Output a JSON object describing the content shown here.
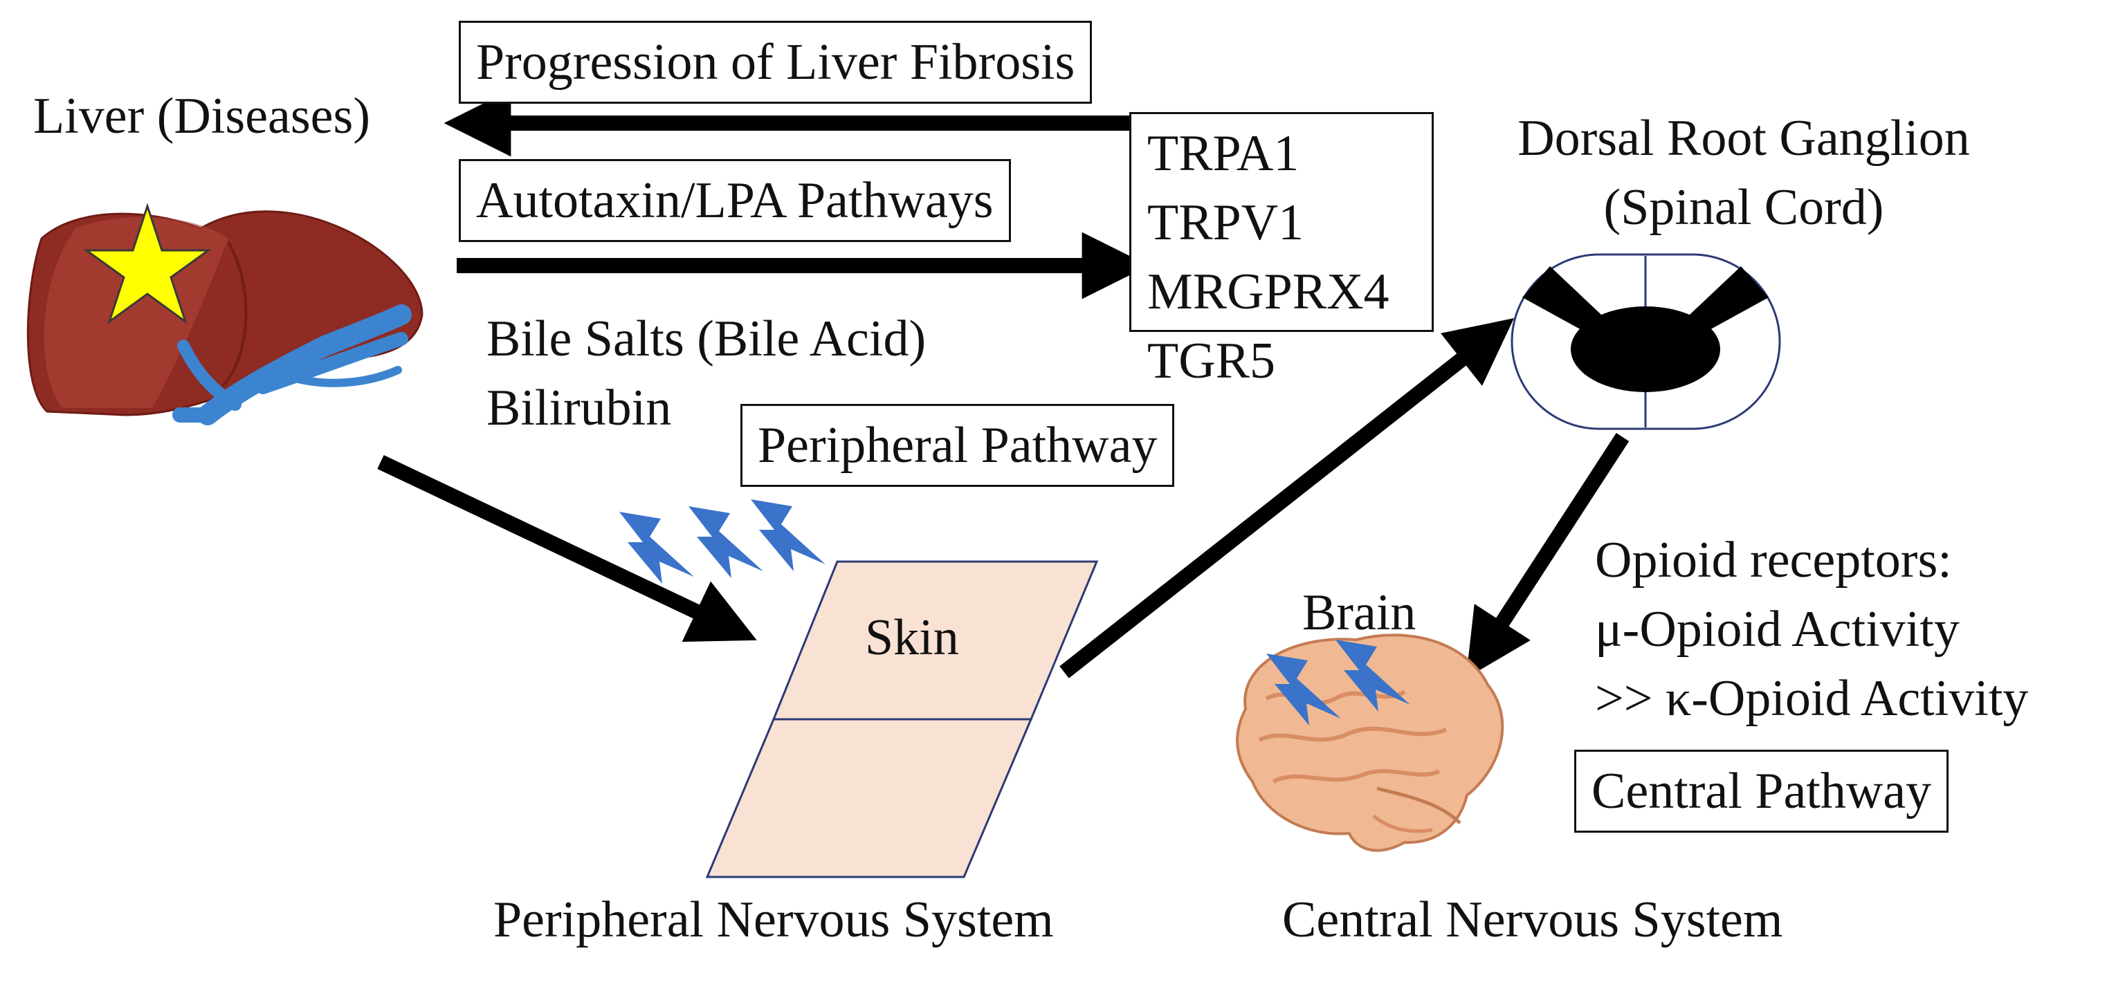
{
  "liver": {
    "label": "Liver (Diseases)",
    "colors": {
      "lobe": "#8e2b22",
      "lobe_light": "#b2473a",
      "vessel": "#3c84d0",
      "star": "#ffff00"
    }
  },
  "arrows_top": {
    "progression_label": "Progression of Liver Fibrosis",
    "autotaxin_label": "Autotaxin/LPA Pathways"
  },
  "receptors": [
    "TRPA1",
    "TRPV1",
    "MRGPRX4",
    "TGR5"
  ],
  "bile": {
    "line1": "Bile Salts (Bile Acid)",
    "line2": "Bilirubin"
  },
  "peripheral_pathway_label": "Peripheral Pathway",
  "skin": {
    "label": "Skin",
    "fill": "#f9e1d4",
    "stroke": "#2c3a74"
  },
  "drg": {
    "line1": "Dorsal Root Ganglion",
    "line2": "(Spinal Cord)",
    "stroke": "#2c3a74"
  },
  "brain": {
    "label": "Brain",
    "fill": "#f0b993",
    "fold": "#d98d63"
  },
  "opioid": {
    "line1": "Opioid receptors:",
    "line2": "μ-Opioid Activity",
    "line3": ">> κ-Opioid Activity"
  },
  "central_pathway_label": "Central Pathway",
  "bottom_labels": {
    "peripheral": "Peripheral Nervous System",
    "central": "Central Nervous System"
  },
  "bolt_color": "#3a73c9",
  "icons": [
    "liver-icon",
    "star-icon",
    "lightning-icon",
    "brain-icon",
    "spinal-cord-icon"
  ]
}
